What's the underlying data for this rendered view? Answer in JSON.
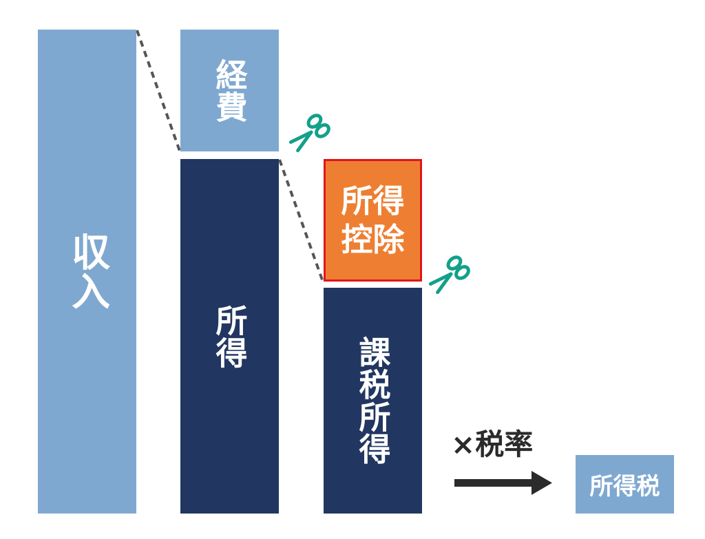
{
  "blocks": {
    "income": "収入",
    "expenses": "経費",
    "earnings": "所得",
    "deduction": "所得\n控除",
    "taxable_income": "課税所得",
    "income_tax": "所得税"
  },
  "operation": {
    "label": "×税率"
  },
  "colors": {
    "light_blue": "#7fa8d0",
    "navy": "#213761",
    "orange": "#ee7f32",
    "red_border": "#e3141b",
    "scissors_teal": "#13a08a",
    "arrow_dark": "#2b2b2b",
    "dashed_gray": "#555555"
  },
  "icons": [
    "scissors-icon",
    "scissors-icon",
    "right-arrow-icon"
  ]
}
